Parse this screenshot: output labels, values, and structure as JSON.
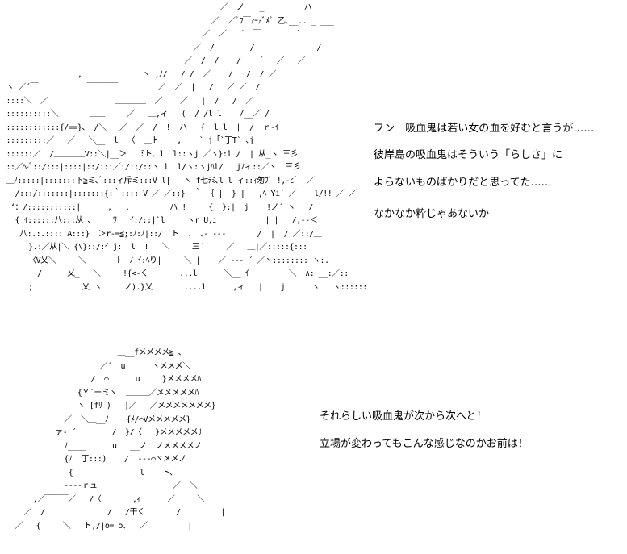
{
  "dialogue": {
    "top": [
      "フン　吸血鬼は若い女の血を好むと言うが……",
      "彼岸島の吸血鬼はそういう「らしさ」に",
      "よらないものばかりだと思ってた……",
      "なかなか粋じゃあないか"
    ],
    "bottom": [
      "それらしい吸血鬼が次から次へと！",
      "立場が変わってもこんな感じなのかお前は！"
    ]
  },
  "ascii_art": {
    "top": "                                                 ／  ノ＿＿_         ハ\n                                               ／  ／ﾞﾌ￣ｧｰｧﾞﾒﾞ 乙､__.. _ ___\n                                             ／  ／   ´  ￣        `\n                                           ／  /        /              /\n                                         ／  /  /    /    ´   ／   ／\n                 , ＿＿＿＿＿    ヽ ,ﾉ/   / /  ／    /   /  / ／\n ヽ ／´￣           ￣￣￣￣         ／  ／  |   /   ／ ／  /\n ::::＼  ／               ＿＿＿＿  ／    ／   |  /   /  ／\n ::::::::::＼       ＿＿     ／   ＿,ィ   (  / /l l    /__／ /\n ::::::::::::{/==}、 /＼   ／  ／  /  !  ハ   {  l l  |  /  ｒ‐ｲ\n :::::::::／   ／   ＼__  l  〈  ＿ト    ,    ` j「`丁T` ､j\n ::::::／  /＿＿＿＿V::＼|__＞   ̄:ト、l  l::ヽj ／ヽ}:l /  | 从_ヽ 三彡\n ::／ﾍ-ﾞ::/:::|::::|::/:::／:/::/::ヽ l  l/ヽ:ヽjﾊl/   jﾉィ::／ヽ  三彡\n ＿ﾉ:::::|:::::::下≧ミ､ﾞ:::ィ斥ミ:::V l|   ヽ f七ﾃﾐ､l l ィ::ｨ匆ﾌﾞ !,-ﾋﾞ  ／\n   /:::/:::::::|:::::::{:｀:::: V ／ ／::}  ｀ ｛ |  } |   ,ﾍ Yi´ ／    l/!! ／ ／\n  ‘：/:::::::::::|      ,   ,         ハ !     {  }:|  j    !ノ´ ヽ   /\n   { ｲ::::::八:::从 、    ﾜ   ｲ:/::|`l     ヽr U,ｭ           | |   /,‐‐＜\n    八:.:.:::: A:::}  ＞r-=≦;:ﾉ:ﾉ|::/  ト  、 ､- ‐‐-       /  |  / ／::/＿\n      }.:／从|＼ {\\}::/:ｲ j:  l  !   ＼     三´     ／   ＿|／:::::{:::\n      〈V乂＼     ＼      |ﾄ__ﾉ ｲ:ﾍり|     ＼ |    ／ ‐-‐ ´ ／ヽ:::::::: ヽ:.\n        /    ￣乂_   ＼     !{<‐く       ...l      ＼__ ｲ         ＼  ∧: __:／::\n      ;           乂 ヽ     ノ).}乂       ....l      ,ィ   |    j      ヽ   ヽ::::::",
    "bottom": "                          ＿__fメメメメ≧ 、\n                      ／´  u      ヽメメメ＼\n                    /  ⌒      u     }メメメメﾊ\n                 {Ｙ´ーミヽ  ＿＿＿／メメメメメﾊ\n                 ヽ_[fﾘ_)   |／   ／メメメメメメメ}\n              ／  ＼＿__ﾉ    {ﾒ/⌒Vメメメメメ}\n            ァ‐ ´        /  }/〈   }メメメメメﾘ\n              ﾉ____      u   __ノ  ノメメメメノ\n              {ﾉ  丁:::)    /´ ‐‐‐⌒ヾメメノ\n               {               l    ト、\n              ‐‐‐‐ｒュ                 ／  ＼\n       ,／￣￣￣／   /〈       ,ｨ      ／     ＼\n     ／  /              /   /干く       /         |\n   ／   {     ＼   ト,/|o= o､   ／         |"
  }
}
